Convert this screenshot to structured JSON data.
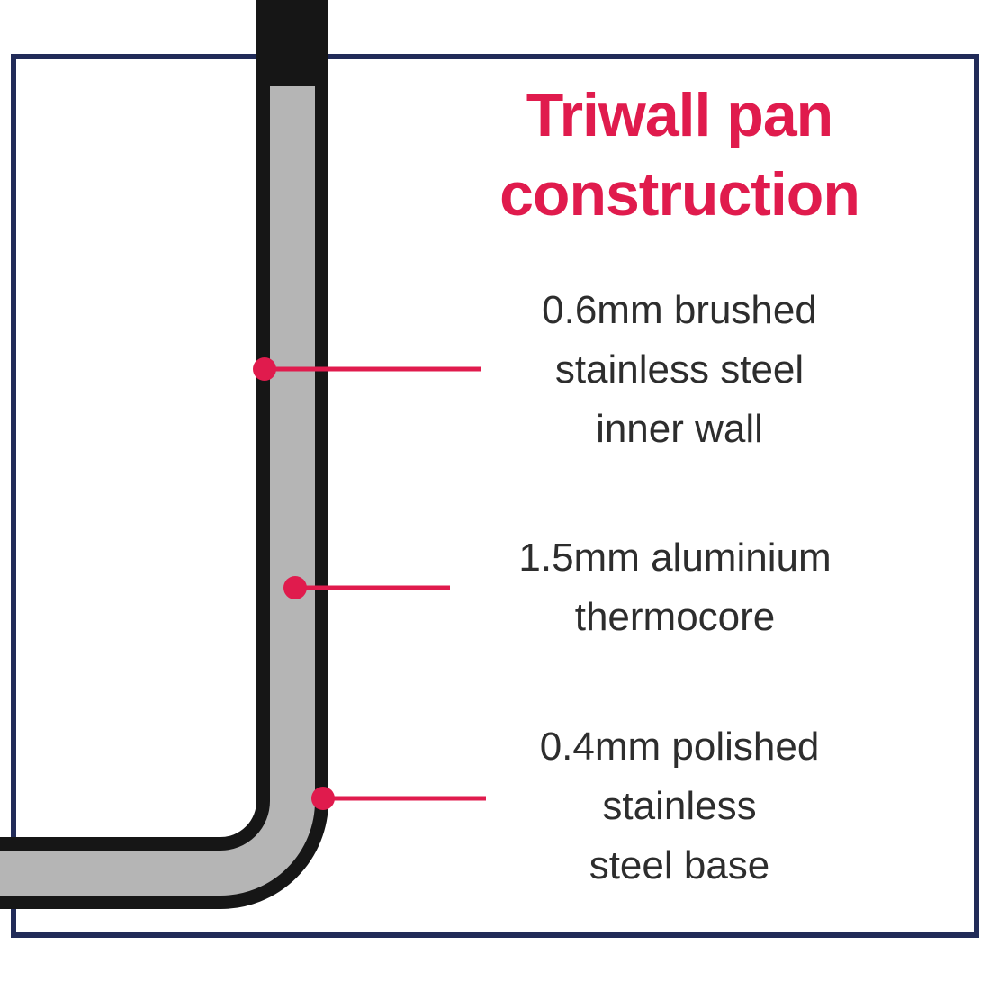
{
  "title": {
    "line1": "Triwall pan",
    "line2": "construction"
  },
  "callouts": [
    {
      "id": "inner-wall",
      "lines": [
        "0.6mm brushed",
        "stainless steel",
        "inner wall"
      ]
    },
    {
      "id": "thermocore",
      "lines": [
        "1.5mm aluminium",
        "thermocore"
      ]
    },
    {
      "id": "base",
      "lines": [
        "0.4mm polished",
        "stainless",
        "steel base"
      ]
    }
  ],
  "colors": {
    "accent": "#e01b4d",
    "frame": "#212b58",
    "pan_outline": "#161616",
    "pan_core": "#b5b5b5",
    "text": "#2d2d2d"
  }
}
